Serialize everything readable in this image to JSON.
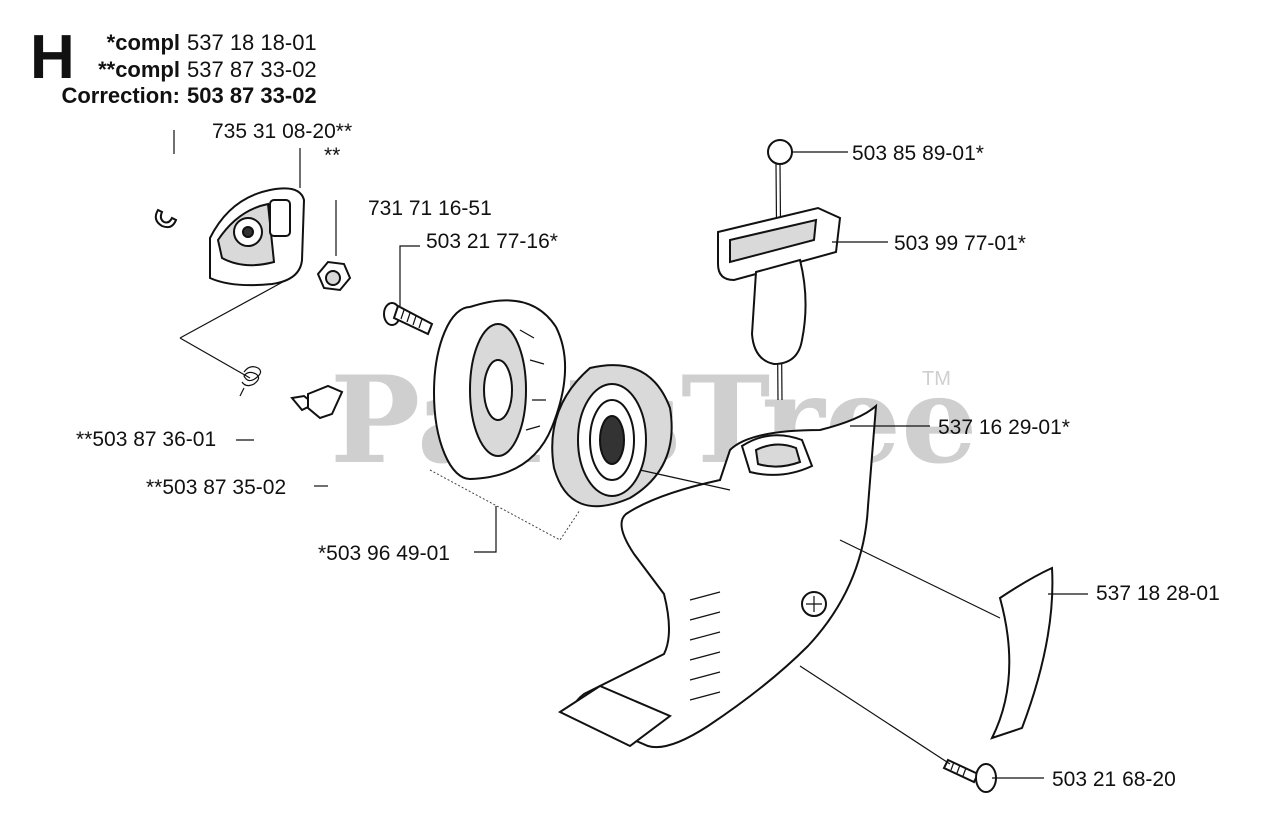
{
  "header": {
    "section_letter": "H",
    "lines": [
      {
        "prefix": "*compl",
        "number": "537 18 18-01"
      },
      {
        "prefix": "**compl",
        "number": "537 87 33-02"
      },
      {
        "prefix": "Correction:",
        "number": "503 87 33-02"
      }
    ]
  },
  "watermark": {
    "text": "PartsTree",
    "tm": "TM"
  },
  "part_labels": {
    "p1": "735 31 08-20**",
    "p2": "**",
    "p3": "731 71 16-51",
    "p4": "503 21 77-16*",
    "p5": "503 85 89-01*",
    "p6": "503 99 77-01*",
    "p7": "537 16 29-01*",
    "p8": "**503 87 36-01",
    "p9": "**503 87 35-02",
    "p10": "*503 96 49-01",
    "p11": "537 18 28-01",
    "p12": "503 21 68-20"
  }
}
